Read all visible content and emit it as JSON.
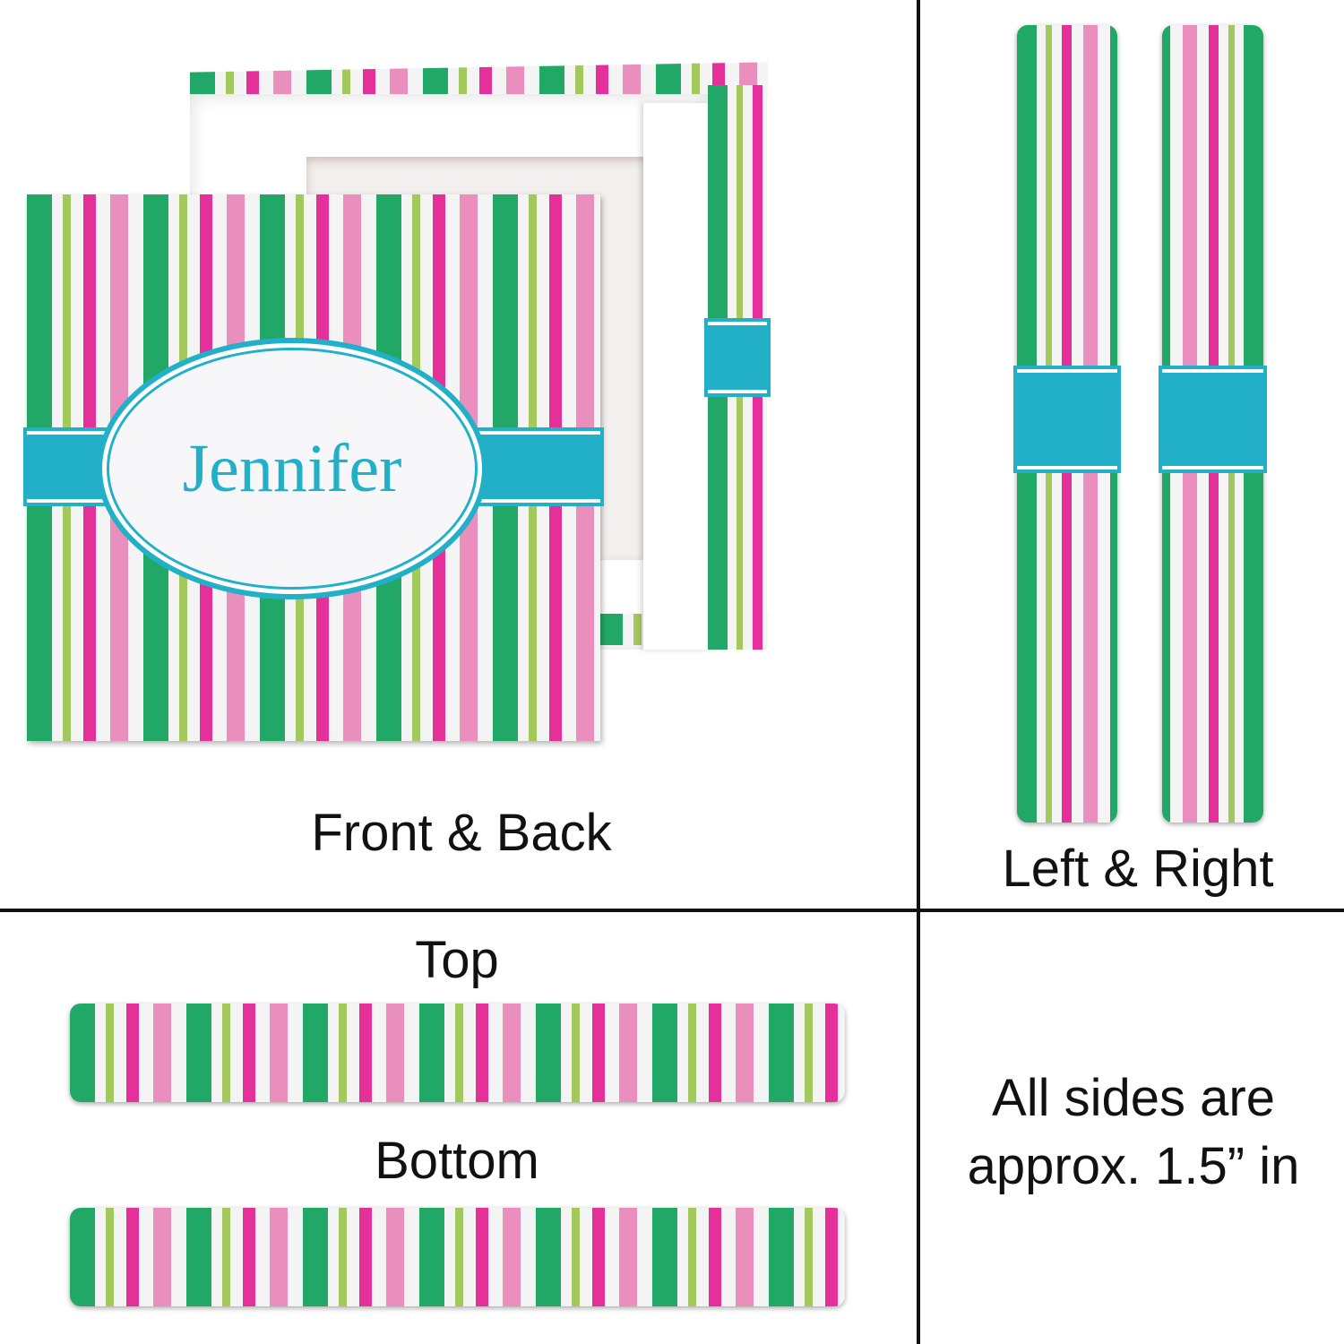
{
  "labels": {
    "front_back": "Front & Back",
    "left_right": "Left & Right",
    "top": "Top",
    "bottom": "Bottom",
    "note_line1": "All sides are",
    "note_line2": "approx. 1.5” in"
  },
  "canvas": {
    "name": "Jennifer"
  },
  "colors": {
    "green": "#22a866",
    "lime": "#a3c95e",
    "magenta": "#e5309a",
    "pink": "#ea8fbd",
    "teal": "#22b0c9"
  }
}
